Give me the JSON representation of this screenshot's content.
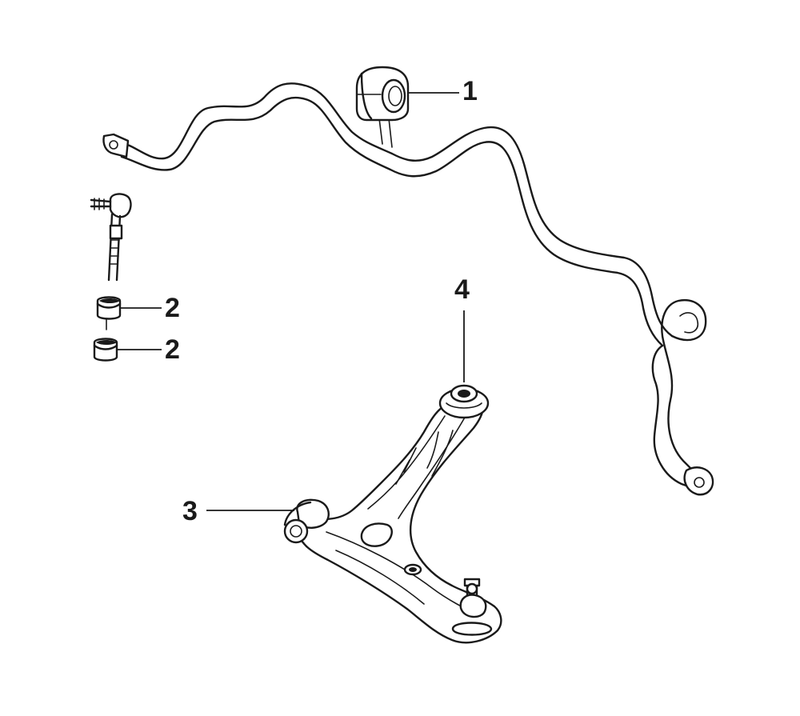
{
  "callouts": {
    "stabilizer_bushing": "1",
    "link_bushing_upper": "2",
    "link_bushing_lower": "2",
    "lower_arm_front_bushing": "3",
    "lower_arm_rear_bushing": "4"
  },
  "colors": {
    "ink": "#1a1a1a",
    "background": "#ffffff"
  }
}
